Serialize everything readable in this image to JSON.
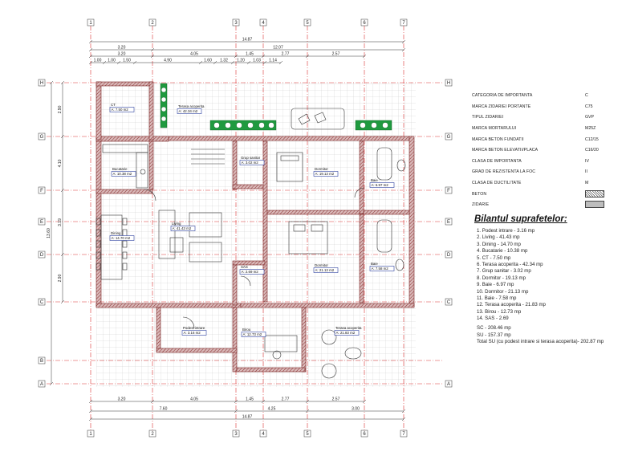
{
  "grid": {
    "columns": [
      "1",
      "2",
      "3",
      "4",
      "5",
      "6",
      "7"
    ],
    "rows": [
      "H",
      "G",
      "F",
      "E",
      "D",
      "C",
      "B",
      "A"
    ],
    "row_labels_right": [
      "H",
      "G",
      "F",
      "E",
      "D",
      "C",
      "A"
    ]
  },
  "dimensions": {
    "top_overall": "14.87",
    "top_subtotal_a": "3.20",
    "top_subtotal_b": "12.07",
    "top_chain": [
      "3.20",
      "4.05",
      "1.45",
      "2.77",
      "2.57"
    ],
    "top_small": [
      "1.00",
      "1.00",
      "1.50",
      "4.90",
      "1.60",
      "1.32",
      "1.20",
      "1.03",
      "1.14"
    ],
    "bottom_chain": [
      "3.20",
      "4.05",
      "1.45",
      "2.77",
      "2.57"
    ],
    "bottom_sub": [
      "7.60",
      "4.25",
      "3.00"
    ],
    "bottom_overall": "14.87",
    "left_chain": [
      "2.90",
      "4.10",
      "3.19",
      "2.90"
    ],
    "left_overall": "13.60"
  },
  "rooms": [
    {
      "name": "CT",
      "area": "A: 7.50 m2"
    },
    {
      "name": "Terasa acoperita",
      "area": "A: 42.34 m2"
    },
    {
      "name": "Bucatarie",
      "area": "A: 10.38 m2"
    },
    {
      "name": "Grup sanitar",
      "area": "A: 3.02 m2"
    },
    {
      "name": "Dormitor",
      "area": "A: 19.13 m2"
    },
    {
      "name": "Baie",
      "area": "A: 6.97 m2"
    },
    {
      "name": "Dining",
      "area": "A: 14.70 m2"
    },
    {
      "name": "Living",
      "area": "A: 41.43 m2"
    },
    {
      "name": "Dormitor",
      "area": "A: 21.13 m2"
    },
    {
      "name": "Baie",
      "area": "A: 7.58 m2"
    },
    {
      "name": "SAS",
      "area": "A: 2.69 m2"
    },
    {
      "name": "Podest intrare",
      "area": "A: 3.16 m2"
    },
    {
      "name": "Birou",
      "area": "A: 12.73 m2"
    },
    {
      "name": "Terasa acoperita",
      "area": "A: 21.83 m2"
    }
  ],
  "legend": [
    {
      "label": "CATEGORIA DE IMPORTANTA",
      "value": "C"
    },
    {
      "label": "MARCA ZIDARIEI PORTANTE",
      "value": "C75"
    },
    {
      "label": "TIPUL ZIDARIEI",
      "value": "GVP"
    },
    {
      "label": "MARCA MORTARULUI",
      "value": "M25Z"
    },
    {
      "label": "MARCA BETON FUNDATII",
      "value": "C12/15"
    },
    {
      "label": "MARCA BETON ELEVATII/PLACA",
      "value": "C16/20"
    },
    {
      "label": "CLASA DE IMPORTANTA",
      "value": "IV"
    },
    {
      "label": "GRAD DE REZISTENTA LA FOC",
      "value": "II"
    },
    {
      "label": "CLASA DE DUCTILITATE",
      "value": "M"
    },
    {
      "label": "BETON",
      "value": ""
    },
    {
      "label": "ZIDARIE",
      "value": ""
    }
  ],
  "bilant": {
    "title": "Bilantul suprafetelor:",
    "items": [
      "1. Podest intrare - 3.16 mp",
      "2. Living - 41.43 mp",
      "3. Dining - 14.70 mp",
      "4. Bucatarie - 10.38 mp",
      "5. CT - 7.50 mp",
      "6. Terasa acoperita - 42.34 mp",
      "7. Grup sanitar - 3.02 mp",
      "8. Dormitor - 19.13 mp",
      "9. Baie - 6.97 mp",
      "10. Dormitor - 21.13 mp",
      "11. Baie - 7.58 mp",
      "12. Terasa acoperita - 21.83 mp",
      "13. Birou - 12.73 mp",
      "14. SAS - 2.69"
    ],
    "sc": "SC - 208.46 mp",
    "su": "SU - 157.37 mp",
    "total": "Total SU (cu podest intrare si terasa acoperita)- 202.87 mp"
  },
  "colors": {
    "wall": "#9b3b3b",
    "axis": "#d33",
    "grid": "#9a9a9a",
    "label_box": "#2b3f9e",
    "green": "#1f9a3f"
  }
}
